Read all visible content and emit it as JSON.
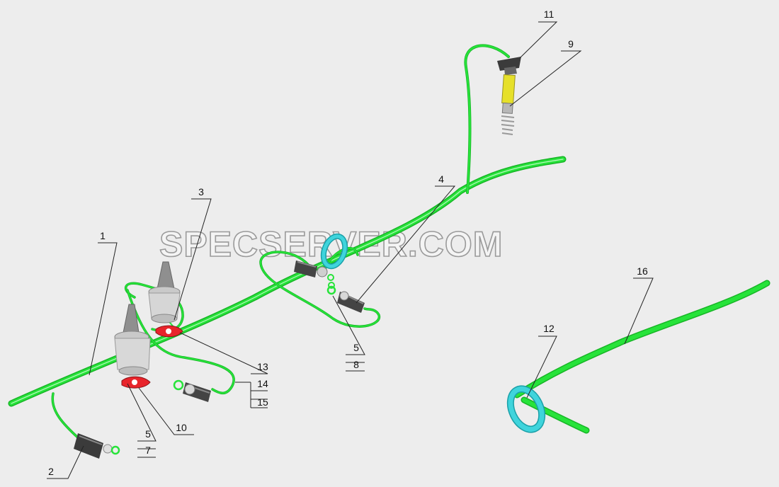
{
  "watermark": "SPECSERVER.COM",
  "colors": {
    "tube": "#27e33a",
    "tube_dark": "#17b526",
    "clip": "#e8242b",
    "ring": "#3fd4dc",
    "body_grey": "#d6d6d6",
    "sensor_yellow": "#e6e02a",
    "background": "#ededed"
  },
  "callouts": {
    "c1": "1",
    "c2": "2",
    "c3": "3",
    "c4": "4",
    "c5a": "5",
    "c8": "8",
    "c5b": "5",
    "c7": "7",
    "c9": "9",
    "c10": "10",
    "c11": "11",
    "c12": "12",
    "c13": "13",
    "c14": "14",
    "c15": "15",
    "c16": "16"
  }
}
